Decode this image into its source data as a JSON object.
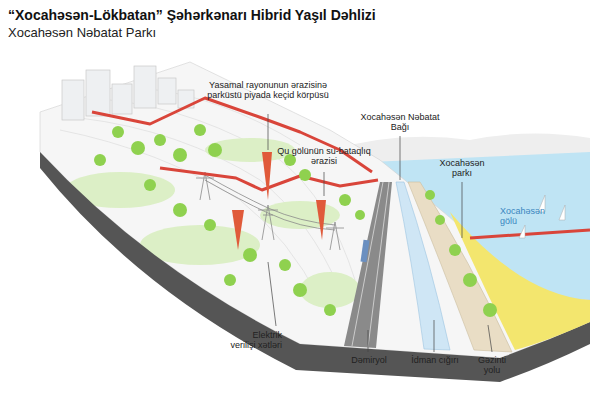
{
  "diagram": {
    "title": "“Xocahəsən-Lökbatan” Şəhərkənarı Hibrid Yaşıl Dəhlizi",
    "labels": [
      "Xocahəsən Nəbatat Parkı",
      "Yasamal rayonunun ərazisinə parküstü piyada keçid körpüsü",
      "Qu gölünün su-bataqlıq ərazisi",
      "Xocahəsən Nəbatat Bağı",
      "Xocahəsən parkı",
      "Xocahəsən gölü",
      "Elektrik verilişi xətləri",
      "Dəmiryol",
      "İdman cığırı",
      "Gəzinti yolu"
    ]
  }
}
